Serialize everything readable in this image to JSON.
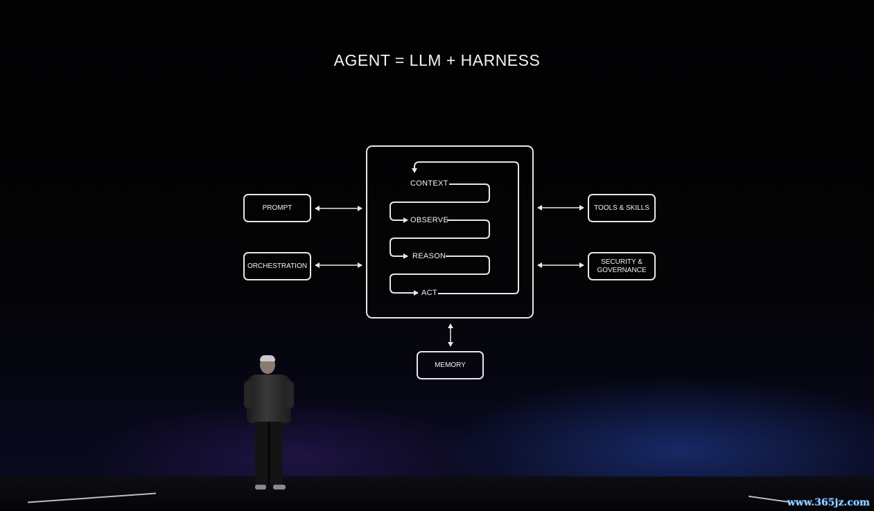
{
  "title": "AGENT = LLM + HARNESS",
  "left_boxes": {
    "prompt": "PROMPT",
    "orchestration": "ORCHESTRATION"
  },
  "right_boxes": {
    "tools": "TOOLS & SKILLS",
    "security_line1": "SECURITY &",
    "security_line2": "GOVERNANCE"
  },
  "bottom_box": {
    "memory": "MEMORY"
  },
  "loop_steps": [
    "CONTEXT",
    "OBSERVE",
    "REASON",
    "ACT"
  ],
  "watermark": "www.365jz.com",
  "colors": {
    "background": "#000000",
    "line": "#e8e8e8",
    "text": "#f2f2f2",
    "watermark": "#9fd4ff"
  }
}
